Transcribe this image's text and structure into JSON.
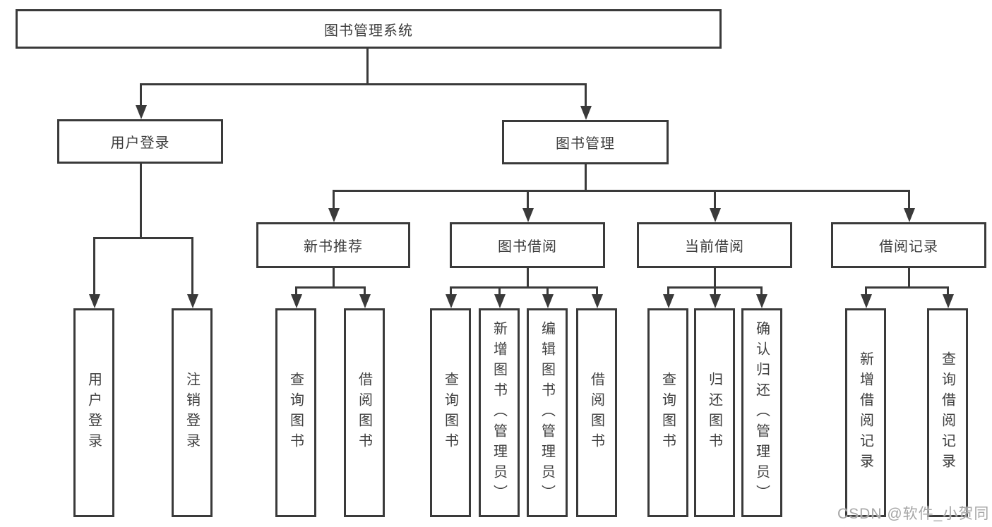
{
  "diagram": {
    "root_label": "图书管理系统",
    "level2": [
      {
        "label": "用户登录"
      },
      {
        "label": "图书管理"
      }
    ],
    "level3": [
      {
        "label": "新书推荐"
      },
      {
        "label": "图书借阅"
      },
      {
        "label": "当前借阅"
      },
      {
        "label": "借阅记录"
      }
    ],
    "leaves": {
      "user_login": [
        "用户登录",
        "注销登录"
      ],
      "new_book": [
        "查询图书",
        "借阅图书"
      ],
      "book_borrow": [
        "查询图书",
        "新增图书（管理员）",
        "编辑图书（管理员）",
        "借阅图书"
      ],
      "current_borrow": [
        "查询图书",
        "归还图书",
        "确认归还（管理员）"
      ],
      "borrow_records": [
        "新增借阅记录",
        "查询借阅记录"
      ]
    },
    "watermark": "CSDN @软件_小贺同学",
    "colors": {
      "line": "#3a3a3a",
      "text": "#3f3f3f",
      "background": "#ffffff",
      "watermark": "#a6a6a6"
    }
  }
}
